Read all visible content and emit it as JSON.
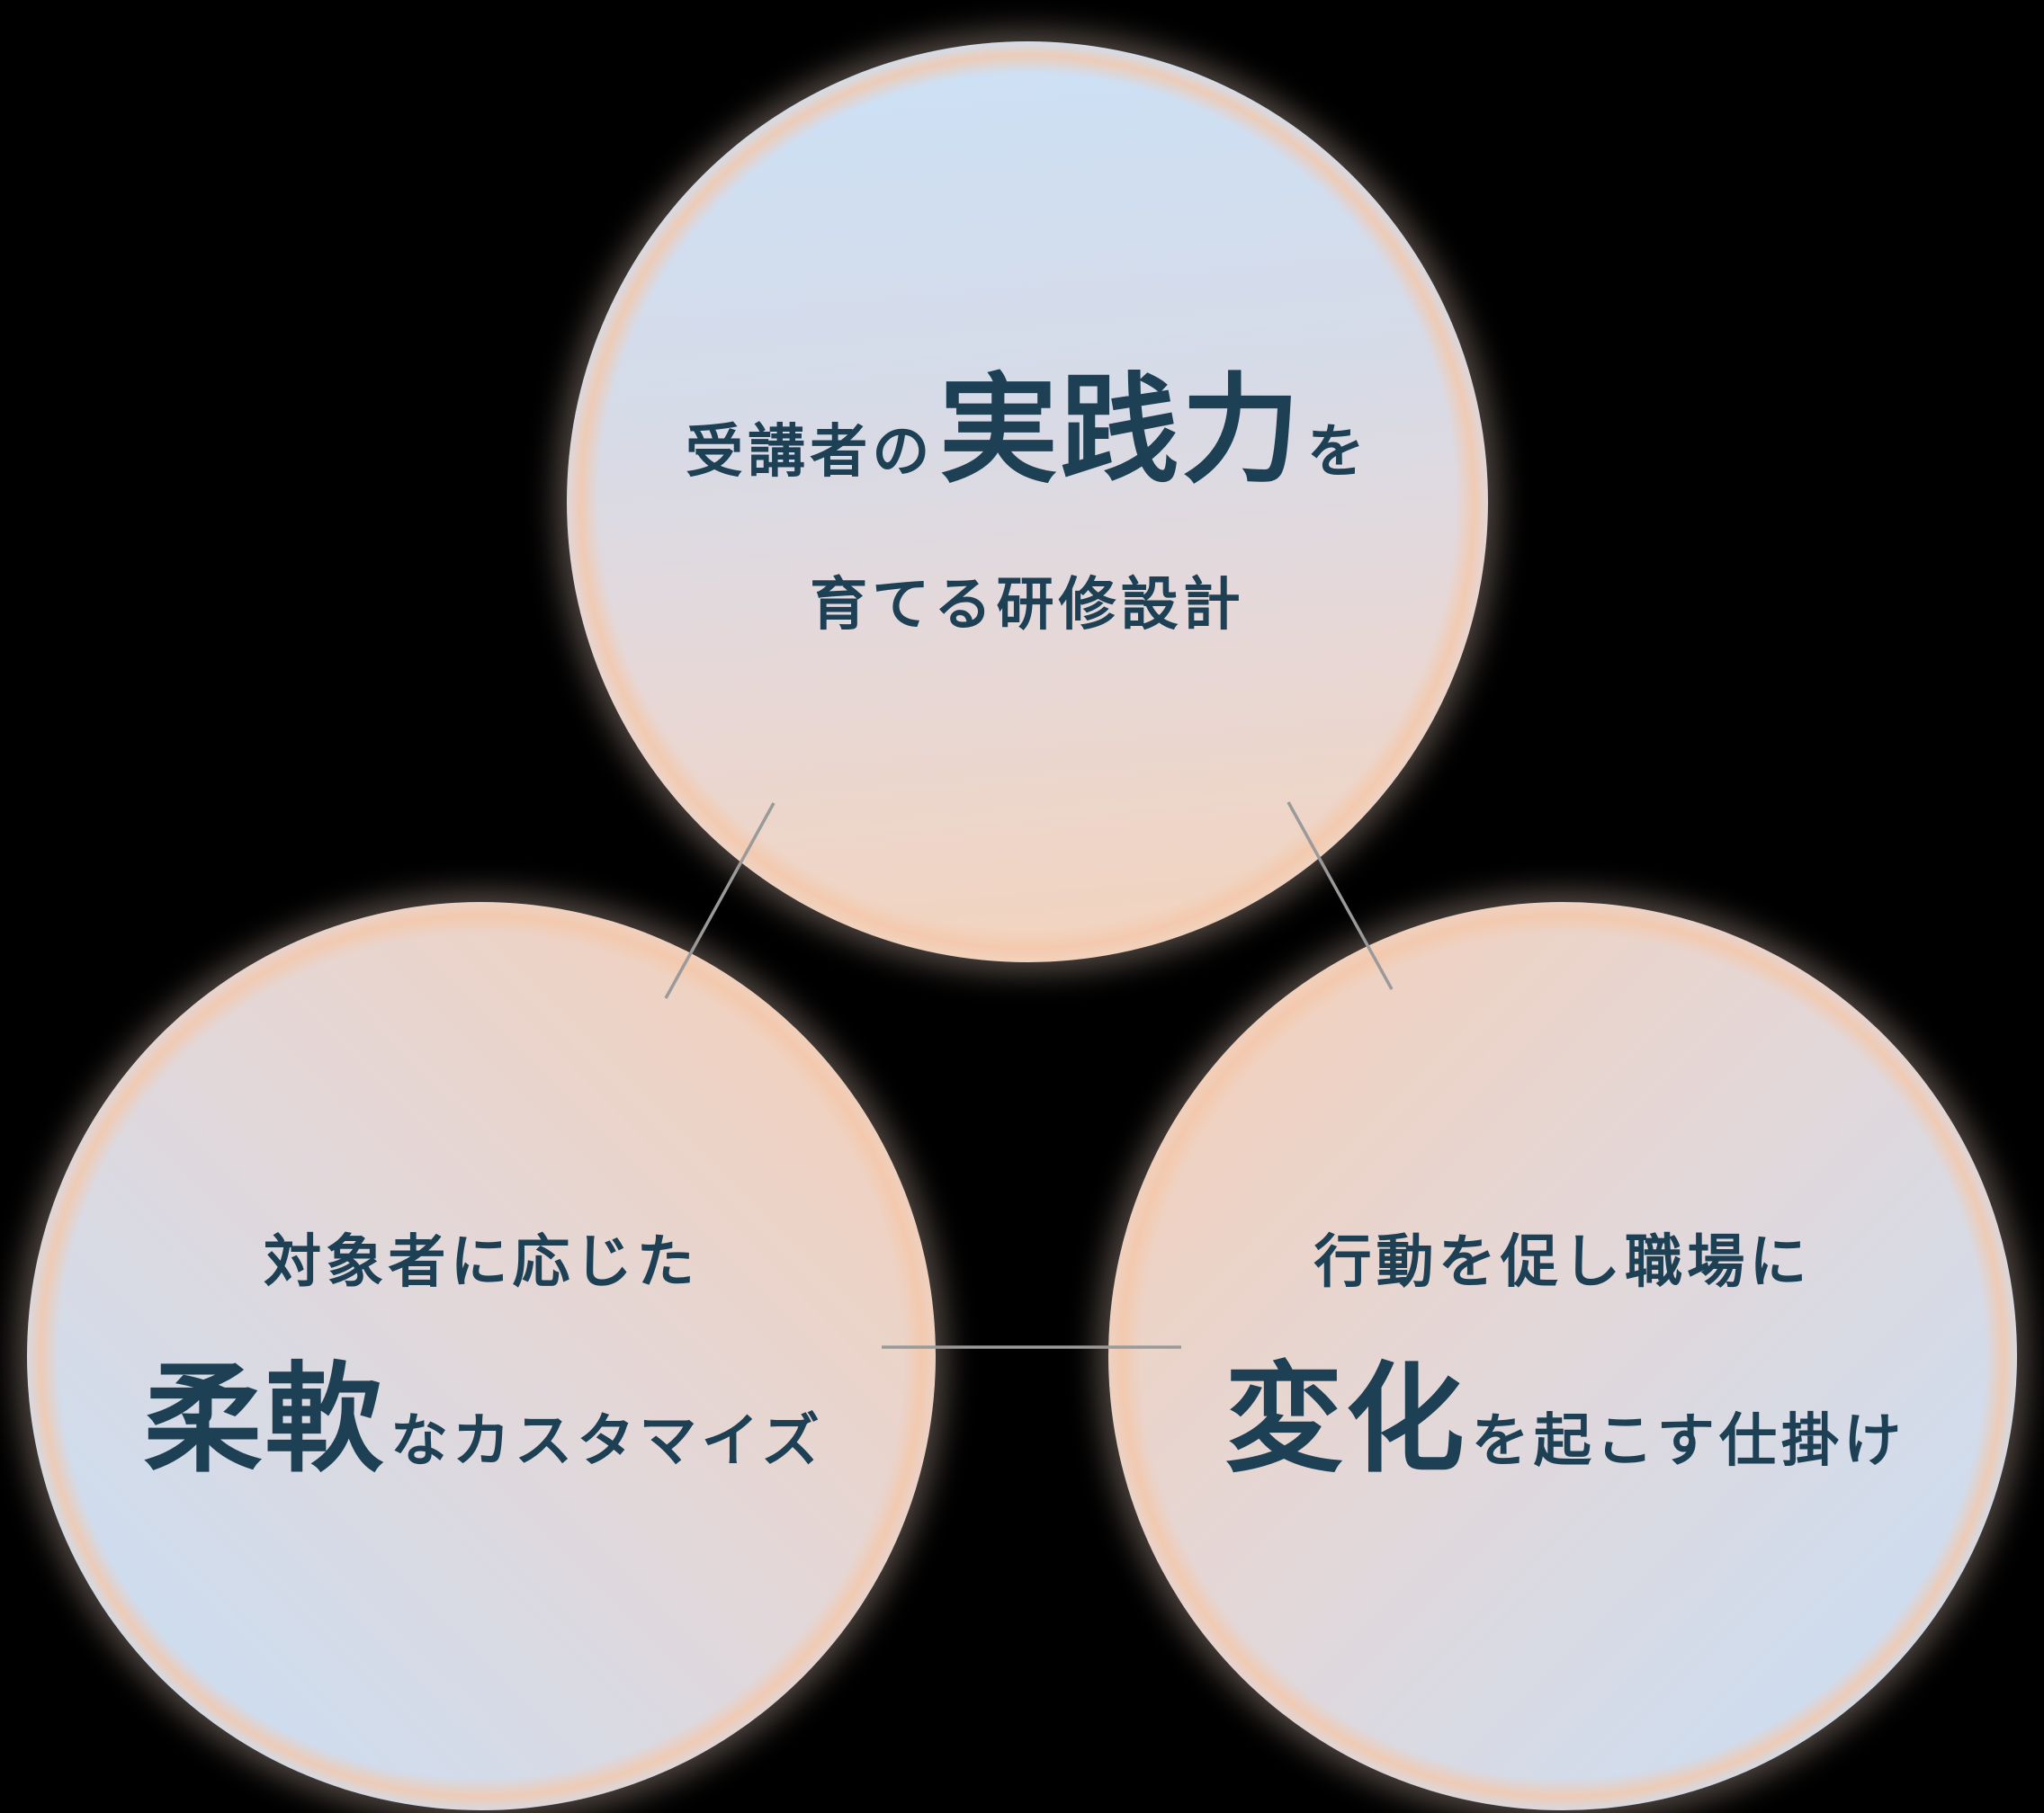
{
  "diagram": {
    "title_hidden": "",
    "colors": {
      "background": "#000000",
      "text": "#1d4055",
      "circle_blue": "#cde0f5",
      "circle_peach": "#f1d4c1",
      "rim_peach": "#f4c7a9",
      "connector_gray": "#9a9a9a"
    },
    "circles": [
      {
        "id": "top",
        "line1_pre": "受講者の",
        "line1_big": "実践力",
        "line1_post": "を",
        "line2": "育てる研修設計"
      },
      {
        "id": "bottom-left",
        "line1": "対象者に応じた",
        "line2_big": "柔軟",
        "line2_post": "なカスタマイズ"
      },
      {
        "id": "bottom-right",
        "line1": "行動を促し職場に",
        "line2_big": "変化",
        "line2_post": "を起こす仕掛け"
      }
    ]
  }
}
